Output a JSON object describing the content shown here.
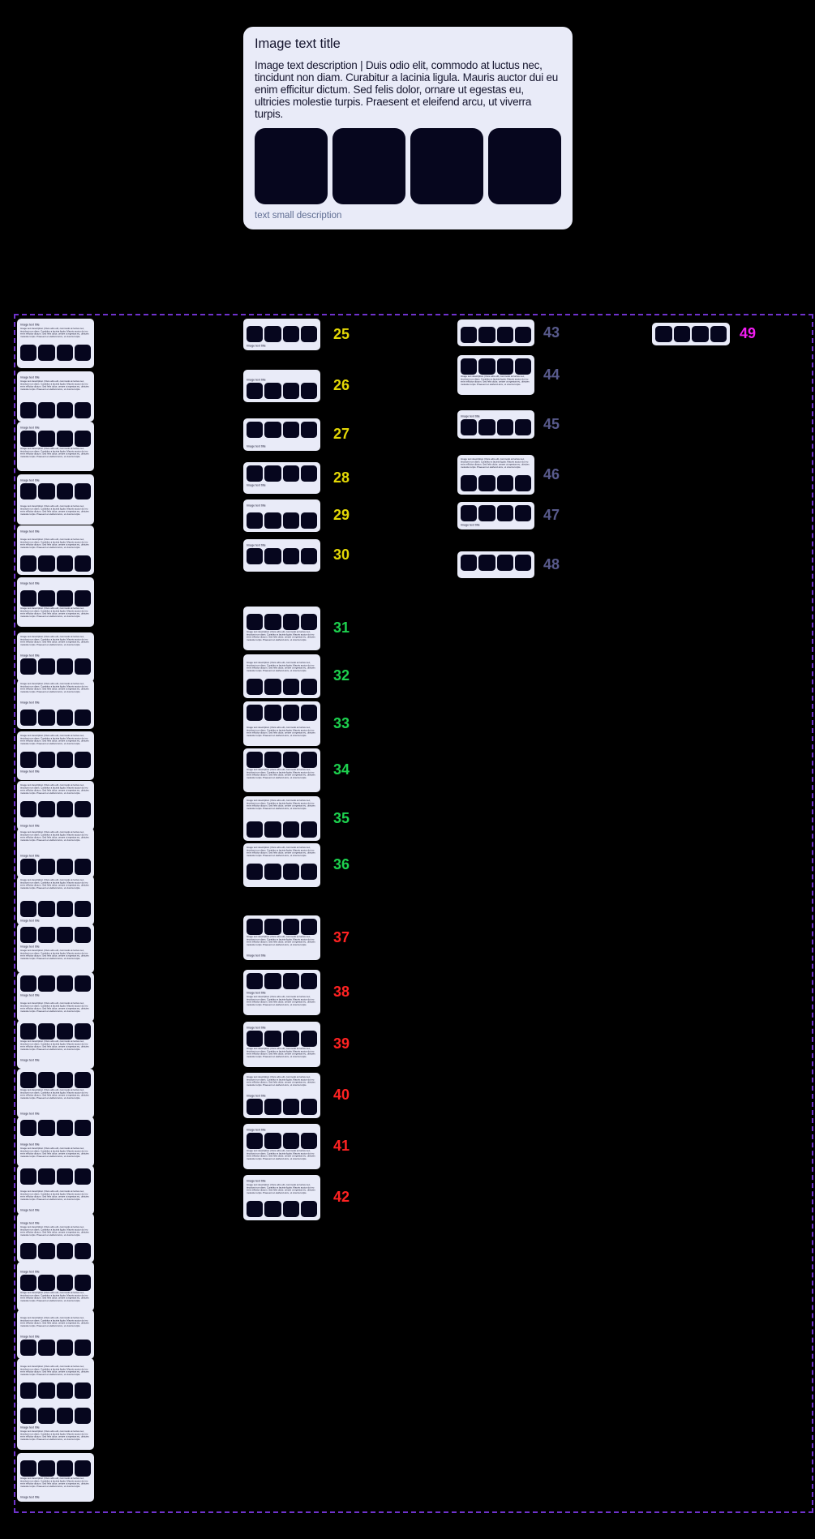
{
  "card_content": {
    "title": "Image text title",
    "description": "Image text description | Duis odio elit, commodo at luctus nec, tincidunt non diam. Curabitur a lacinia ligula. Mauris auctor dui eu enim efficitur dictum. Sed felis dolor, ornare ut egestas eu, ultricies molestie turpis. Praesent et eleifend arcu, ut viverra turpis.",
    "small_description": "text small description",
    "image_count": 4
  },
  "number_colors": {
    "yellow": "#e3d705",
    "green": "#1dd14e",
    "red": "#ff2222",
    "slate": "#585a8c",
    "magenta": "#f41df4"
  },
  "theme": {
    "card_bg": "#e9ebf8",
    "image_fill": "#06061e",
    "text_dark": "#15152e",
    "text_muted": "#5f6d92",
    "container_border": "#6f32cc",
    "page_bg": "#000000"
  },
  "variants": [
    {
      "number": "",
      "color": "",
      "elements": [
        "title",
        "description",
        "images",
        "small"
      ]
    },
    {
      "number": "",
      "color": "",
      "elements": [
        "title",
        "description",
        "small",
        "images"
      ]
    },
    {
      "number": "",
      "color": "",
      "elements": [
        "title",
        "images",
        "description",
        "small"
      ]
    },
    {
      "number": "",
      "color": "",
      "elements": [
        "title",
        "images",
        "small",
        "description"
      ]
    },
    {
      "number": "",
      "color": "",
      "elements": [
        "title",
        "small",
        "description",
        "images"
      ]
    },
    {
      "number": "",
      "color": "",
      "elements": [
        "title",
        "small",
        "images",
        "description"
      ]
    },
    {
      "number": "",
      "color": "",
      "elements": [
        "description",
        "title",
        "images",
        "small"
      ]
    },
    {
      "number": "",
      "color": "",
      "elements": [
        "description",
        "title",
        "small",
        "images"
      ]
    },
    {
      "number": "",
      "color": "",
      "elements": [
        "description",
        "images",
        "title",
        "small"
      ]
    },
    {
      "number": "",
      "color": "",
      "elements": [
        "description",
        "images",
        "small",
        "title"
      ]
    },
    {
      "number": "",
      "color": "",
      "elements": [
        "description",
        "small",
        "title",
        "images"
      ]
    },
    {
      "number": "",
      "color": "",
      "elements": [
        "description",
        "small",
        "images",
        "title"
      ]
    },
    {
      "number": "",
      "color": "",
      "elements": [
        "images",
        "title",
        "description",
        "small"
      ]
    },
    {
      "number": "",
      "color": "",
      "elements": [
        "images",
        "title",
        "small",
        "description"
      ]
    },
    {
      "number": "",
      "color": "",
      "elements": [
        "images",
        "description",
        "title",
        "small"
      ]
    },
    {
      "number": "",
      "color": "",
      "elements": [
        "images",
        "description",
        "small",
        "title"
      ]
    },
    {
      "number": "",
      "color": "",
      "elements": [
        "images",
        "small",
        "title",
        "description"
      ]
    },
    {
      "number": "",
      "color": "",
      "elements": [
        "images",
        "small",
        "description",
        "title"
      ]
    },
    {
      "number": "",
      "color": "",
      "elements": [
        "small",
        "title",
        "description",
        "images"
      ]
    },
    {
      "number": "",
      "color": "",
      "elements": [
        "small",
        "title",
        "images",
        "description"
      ]
    },
    {
      "number": "",
      "color": "",
      "elements": [
        "small",
        "description",
        "title",
        "images"
      ]
    },
    {
      "number": "",
      "color": "",
      "elements": [
        "small",
        "description",
        "images",
        "title"
      ]
    },
    {
      "number": "",
      "color": "",
      "elements": [
        "small",
        "images",
        "title",
        "description"
      ]
    },
    {
      "number": "",
      "color": "",
      "elements": [
        "small",
        "images",
        "description",
        "title"
      ]
    },
    {
      "number": "25",
      "color": "yellow",
      "elements": [
        "small",
        "images",
        "title"
      ]
    },
    {
      "number": "26",
      "color": "yellow",
      "elements": [
        "small",
        "title",
        "images"
      ]
    },
    {
      "number": "27",
      "color": "yellow",
      "elements": [
        "images",
        "small",
        "title"
      ]
    },
    {
      "number": "28",
      "color": "yellow",
      "elements": [
        "images",
        "title",
        "small"
      ]
    },
    {
      "number": "29",
      "color": "yellow",
      "elements": [
        "title",
        "small",
        "images"
      ]
    },
    {
      "number": "30",
      "color": "yellow",
      "elements": [
        "title",
        "images",
        "small"
      ]
    },
    {
      "number": "31",
      "color": "green",
      "elements": [
        "small",
        "images",
        "description"
      ]
    },
    {
      "number": "32",
      "color": "green",
      "elements": [
        "small",
        "description",
        "images"
      ]
    },
    {
      "number": "33",
      "color": "green",
      "elements": [
        "images",
        "small",
        "description"
      ]
    },
    {
      "number": "34",
      "color": "green",
      "elements": [
        "images",
        "description",
        "small"
      ]
    },
    {
      "number": "35",
      "color": "green",
      "elements": [
        "description",
        "small",
        "images"
      ]
    },
    {
      "number": "36",
      "color": "green",
      "elements": [
        "description",
        "images",
        "small"
      ]
    },
    {
      "number": "37",
      "color": "red",
      "elements": [
        "images",
        "description",
        "title"
      ]
    },
    {
      "number": "38",
      "color": "red",
      "elements": [
        "images",
        "title",
        "description"
      ]
    },
    {
      "number": "39",
      "color": "red",
      "elements": [
        "title",
        "images",
        "description"
      ]
    },
    {
      "number": "40",
      "color": "red",
      "elements": [
        "description",
        "title",
        "images"
      ]
    },
    {
      "number": "41",
      "color": "red",
      "elements": [
        "title",
        "images",
        "description"
      ]
    },
    {
      "number": "42",
      "color": "red",
      "elements": [
        "title",
        "description",
        "images"
      ]
    },
    {
      "number": "43",
      "color": "slate",
      "elements": [
        "small",
        "images"
      ]
    },
    {
      "number": "44",
      "color": "slate",
      "elements": [
        "images",
        "description"
      ]
    },
    {
      "number": "45",
      "color": "slate",
      "elements": [
        "title",
        "images"
      ]
    },
    {
      "number": "46",
      "color": "slate",
      "elements": [
        "description",
        "images"
      ]
    },
    {
      "number": "47",
      "color": "slate",
      "elements": [
        "images",
        "title"
      ]
    },
    {
      "number": "48",
      "color": "slate",
      "elements": [
        "images",
        "small"
      ]
    },
    {
      "number": "49",
      "color": "magenta",
      "elements": [
        "images"
      ]
    }
  ]
}
